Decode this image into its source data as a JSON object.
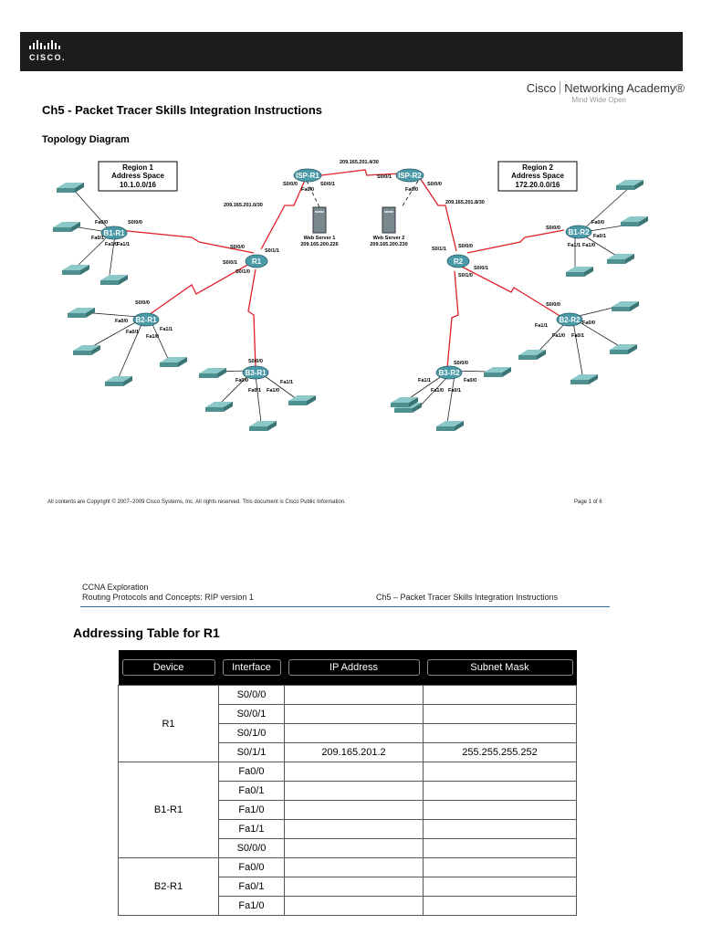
{
  "header": {
    "logo_text": "CISCO.",
    "brand_company": "Cisco",
    "brand_product": "Networking Academy®",
    "brand_tagline": "Mind Wide Open"
  },
  "page1": {
    "title": "Ch5 - Packet Tracer Skills Integration Instructions",
    "topology_heading": "Topology Diagram",
    "footer_left": "All contents are Copyright © 2007–2009 Cisco Systems, Inc. All rights reserved. This document is Cisco Public Information.",
    "footer_right": "Page 1 of 6"
  },
  "diagram": {
    "region1": {
      "title": "Region 1",
      "subtitle": "Address Space",
      "space": "10.1.0.0/16"
    },
    "region2": {
      "title": "Region 2",
      "subtitle": "Address Space",
      "space": "172.20.0.0/16"
    },
    "routers": {
      "isp_r1": "ISP-R1",
      "isp_r2": "ISP-R2",
      "r1": "R1",
      "r2": "R2",
      "b1_r1": "B1-R1",
      "b2_r1": "B2-R1",
      "b3_r1": "B3-R1",
      "b1_r2": "B1-R2",
      "b2_r2": "B2-R2",
      "b3_r2": "B3-R2"
    },
    "links": {
      "isp": "209.165.201.4/30",
      "r1_isp": "209.165.201.0/30",
      "r2_isp": "209.165.201.8/30"
    },
    "servers": {
      "ws1_name": "Web Server 1",
      "ws1_ip": "209.165.200.226",
      "ws2_name": "Web Server 2",
      "ws2_ip": "209.165.200.230"
    },
    "ports": {
      "s000": "S0/0/0",
      "s001": "S0/0/1",
      "s010": "S0/1/0",
      "s011": "S0/1/1",
      "fa00": "Fa0/0",
      "fa01": "Fa0/1",
      "fa10": "Fa1/0",
      "fa11": "Fa1/1"
    }
  },
  "page2": {
    "header_line1": "CCNA Exploration",
    "header_line2": "Routing Protocols and Concepts: RIP version 1",
    "header_right": "Ch5 – Packet Tracer Skills Integration Instructions",
    "table_title": "Addressing Table for R1"
  },
  "table": {
    "headers": [
      "Device",
      "Interface",
      "IP Address",
      "Subnet Mask"
    ],
    "groups": [
      {
        "device": "R1",
        "rows": [
          {
            "iface": "S0/0/0",
            "ip": "",
            "mask": ""
          },
          {
            "iface": "S0/0/1",
            "ip": "",
            "mask": ""
          },
          {
            "iface": "S0/1/0",
            "ip": "",
            "mask": ""
          },
          {
            "iface": "S0/1/1",
            "ip": "209.165.201.2",
            "mask": "255.255.255.252"
          }
        ]
      },
      {
        "device": "B1-R1",
        "rows": [
          {
            "iface": "Fa0/0",
            "ip": "",
            "mask": ""
          },
          {
            "iface": "Fa0/1",
            "ip": "",
            "mask": ""
          },
          {
            "iface": "Fa1/0",
            "ip": "",
            "mask": ""
          },
          {
            "iface": "Fa1/1",
            "ip": "",
            "mask": ""
          },
          {
            "iface": "S0/0/0",
            "ip": "",
            "mask": ""
          }
        ]
      },
      {
        "device": "B2-R1",
        "rows": [
          {
            "iface": "Fa0/0",
            "ip": "",
            "mask": ""
          },
          {
            "iface": "Fa0/1",
            "ip": "",
            "mask": ""
          },
          {
            "iface": "Fa1/0",
            "ip": "",
            "mask": ""
          }
        ]
      }
    ]
  },
  "colors": {
    "serial_link": "#e0202a",
    "router": "#4a9aa8",
    "switch": "#5fa0a0",
    "topbar": "#1c1c1c"
  }
}
